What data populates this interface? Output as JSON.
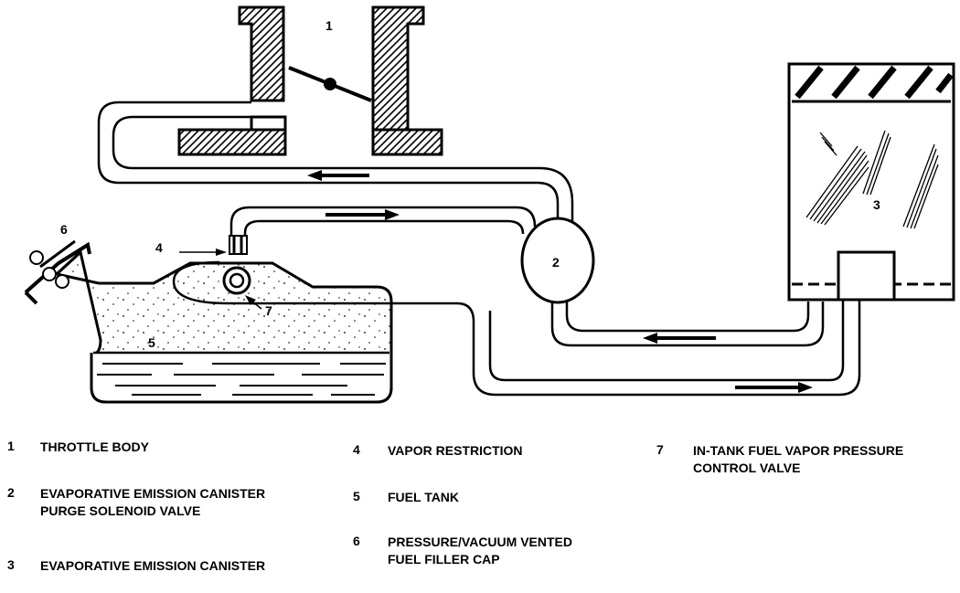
{
  "callouts": [
    "1",
    "2",
    "3",
    "4",
    "5",
    "6",
    "7"
  ],
  "legend": [
    {
      "number": "1",
      "lines": [
        "THROTTLE BODY"
      ]
    },
    {
      "number": "2",
      "lines": [
        "EVAPORATIVE EMISSION CANISTER",
        "PURGE SOLENOID VALVE"
      ]
    },
    {
      "number": "3",
      "lines": [
        "EVAPORATIVE EMISSION CANISTER"
      ]
    },
    {
      "number": "4",
      "lines": [
        "VAPOR RESTRICTION"
      ]
    },
    {
      "number": "5",
      "lines": [
        "FUEL TANK"
      ]
    },
    {
      "number": "6",
      "lines": [
        "PRESSURE/VACUUM VENTED",
        "FUEL FILLER CAP"
      ]
    },
    {
      "number": "7",
      "lines": [
        "IN-TANK FUEL VAPOR PRESSURE",
        "CONTROL VALVE"
      ]
    }
  ]
}
